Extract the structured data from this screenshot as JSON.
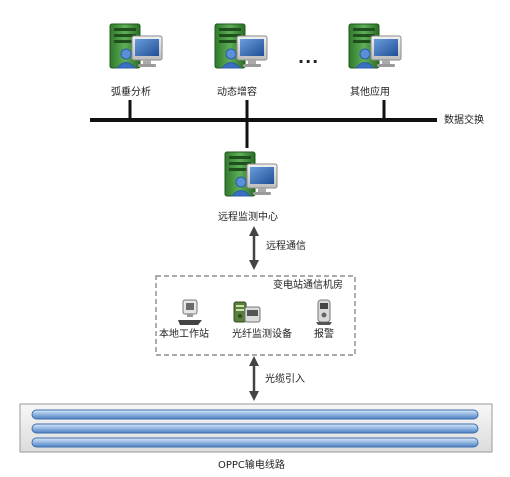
{
  "servers": {
    "arc_sag": "弧垂分析",
    "dynamic_capacity": "动态增容",
    "ellipsis": "···",
    "other_apps": "其他应用"
  },
  "bus": {
    "label": "数据交换"
  },
  "monitoring_center": {
    "label": "远程监测中心"
  },
  "links": {
    "remote_comm": "远程通信",
    "cable_lead_in": "光缆引入"
  },
  "substation": {
    "title": "变电站通信机房",
    "local_workstation": "本地工作站",
    "fiber_monitor": "光纤监测设备",
    "alarm": "报警"
  },
  "line": {
    "label": "OPPC输电线路"
  },
  "colors": {
    "server_body": "#3d8a3a",
    "screen": "#2b5ea8",
    "bus": "#111111",
    "cable": "#8fb5e0",
    "dash_border": "#777777"
  }
}
